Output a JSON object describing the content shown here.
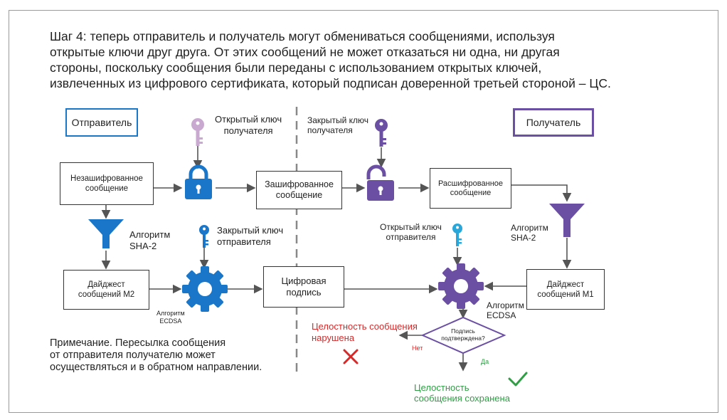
{
  "heading": {
    "lines": [
      "Шаг 4: теперь отправитель и получатель могут обмениваться сообщениями, используя",
      "открытые ключи друг друга. От этих сообщений не может отказаться ни одна, ни другая",
      "стороны, поскольку сообщения были переданы с использованием открытых ключей,",
      "извлеченных из цифрового сертификата, который подписан доверенной третьей стороной – ЦС."
    ]
  },
  "sender": {
    "title": "Отправитель",
    "plain_message": [
      "Незашифрованное",
      "сообщение"
    ],
    "digest": [
      "Дайджест",
      "сообщений M2"
    ],
    "hash_algo": [
      "Алгоритм",
      "SHA-2"
    ],
    "sign_algo": [
      "Алгоритм",
      "ECDSA"
    ],
    "recipient_public_key": [
      "Открытый ключ",
      "получателя"
    ],
    "sender_private_key": [
      "Закрытый ключ",
      "отправителя"
    ]
  },
  "middle": {
    "encrypted_message": [
      "Зашифрованное",
      "сообщение"
    ],
    "digital_signature": [
      "Цифровая",
      "подпись"
    ]
  },
  "receiver": {
    "title": "Получатель",
    "decrypted_message": [
      "Расшифрованное",
      "сообщение"
    ],
    "digest": [
      "Дайджест",
      "сообщений M1"
    ],
    "hash_algo": [
      "Алгоритм",
      "SHA-2"
    ],
    "verify_algo": [
      "Алгоритм",
      "ECDSA"
    ],
    "recipient_private_key": [
      "Закрытый ключ",
      "получателя"
    ],
    "sender_public_key": [
      "Открытый ключ",
      "отправителя"
    ],
    "decision": [
      "Подпись",
      "подтверждена?"
    ],
    "no_label": "Нет",
    "yes_label": "Да",
    "fail_text": [
      "Целостность сообщения",
      "нарушена"
    ],
    "ok_text": [
      "Целостность",
      "сообщения сохранена"
    ]
  },
  "note": [
    "Примечание. Пересылка сообщения",
    "от отправителя получателю может",
    "осуществляться и в обратном направлении."
  ],
  "colors": {
    "sender_accent": "#1976c9",
    "receiver_accent": "#6b4fa3",
    "key_light": "#c9a9cf",
    "fail": "#d42a2a",
    "ok": "#2f9e44",
    "arrows": "#555555"
  }
}
